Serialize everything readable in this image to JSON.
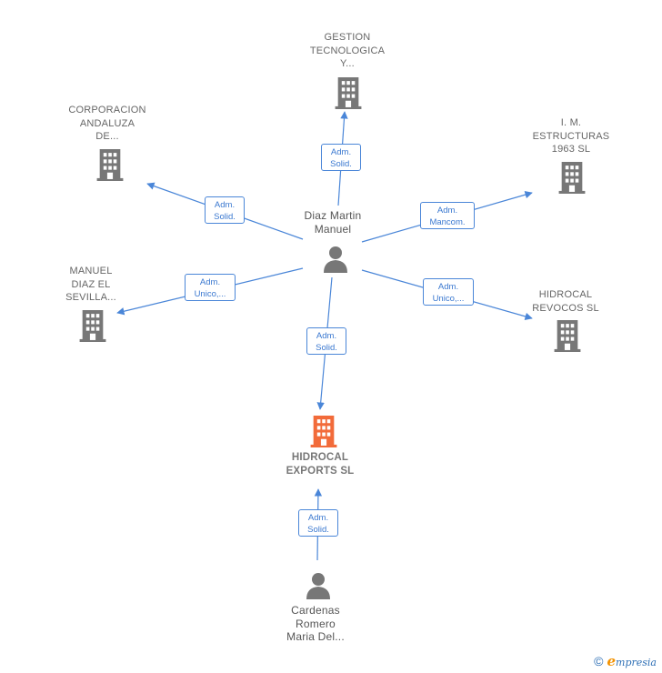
{
  "nodes": {
    "gestion": {
      "label": "GESTION\nTECNOLOGICA\nY...",
      "kind": "company"
    },
    "corporacion": {
      "label": "CORPORACION\nANDALUZA\nDE...",
      "kind": "company"
    },
    "estructuras": {
      "label": "I.  M.\nESTRUCTURAS\n1963  SL",
      "kind": "company"
    },
    "manuel": {
      "label": "MANUEL\nDIAZ EL\nSEVILLA...",
      "kind": "company"
    },
    "revocos": {
      "label": "HIDROCAL\nREVOCOS SL",
      "kind": "company"
    },
    "exports": {
      "label": "HIDROCAL\nEXPORTS  SL",
      "kind": "focus"
    },
    "diaz": {
      "label": "Diaz Martin\nManuel",
      "kind": "person"
    },
    "cardenas": {
      "label": "Cardenas\nRomero\nMaria Del...",
      "kind": "person"
    }
  },
  "edges": {
    "e_gestion": {
      "label": "Adm.\nSolid."
    },
    "e_corporacion": {
      "label": "Adm.\nSolid."
    },
    "e_estructuras": {
      "label": "Adm.\nMancom."
    },
    "e_manuel": {
      "label": "Adm.\nUnico,..."
    },
    "e_revocos": {
      "label": "Adm.\nUnico,..."
    },
    "e_exports": {
      "label": "Adm.\nSolid."
    },
    "e_cardenas": {
      "label": "Adm.\nSolid."
    }
  },
  "colors": {
    "edge": "#4a86d8",
    "company_icon": "#777777",
    "focus_icon": "#f26b3a",
    "person_icon": "#777777"
  },
  "footer": {
    "copyright": "©",
    "brand_initial": "e",
    "brand_rest": "mpresia"
  }
}
